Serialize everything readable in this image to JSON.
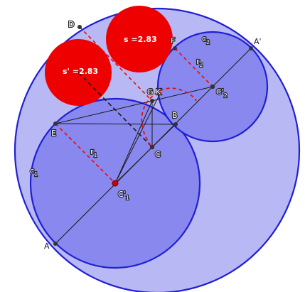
{
  "colors": {
    "background": "#ffffff",
    "big_circle_fill": "#b8b8f4",
    "big_circle_stroke": "#1f1fd6",
    "small_circle_fill": "#8888ee",
    "small_circle_stroke": "#1f1fd6",
    "red_disc": "#ee0000",
    "dashed_red": "#dd1111",
    "line": "#1a1a1a",
    "point": "#333333"
  },
  "labels": {
    "D": "D",
    "F": "F",
    "A_prime": "A'",
    "c2_main": "c",
    "c2_sub": "2",
    "r2_main": "r",
    "r2_sub": "2",
    "G": "G",
    "K": "K",
    "C2p_main": "C'",
    "C2p_sub": "2",
    "B": "B",
    "E": "E",
    "C": "C",
    "r1_main": "r",
    "r1_sub": "1",
    "c1_main": "c",
    "c1_sub": "1",
    "C1p_main": "C'",
    "C1p_sub": "1",
    "A": "A"
  },
  "measures": {
    "s": "s =2.83",
    "s_prime": "s' =2.83"
  }
}
